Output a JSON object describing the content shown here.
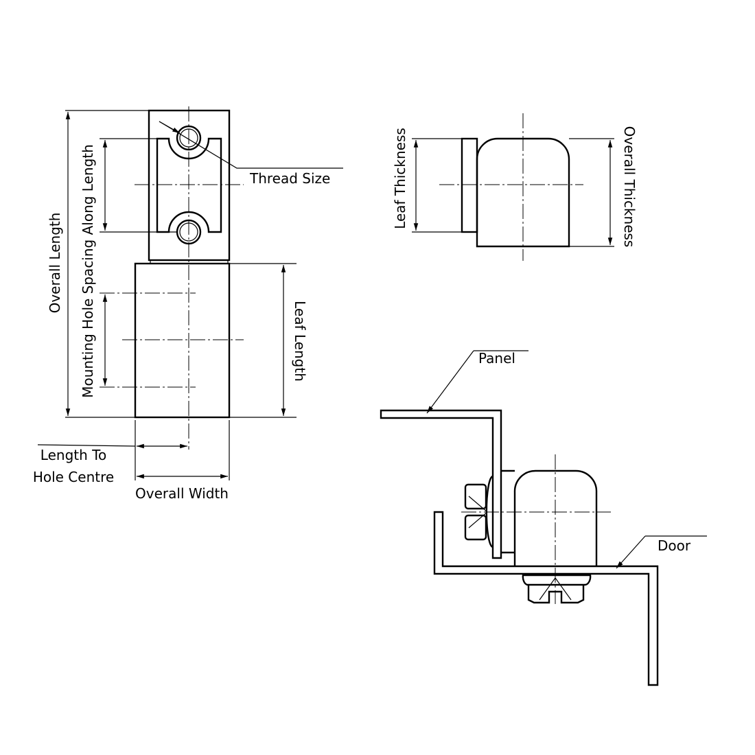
{
  "labels": {
    "overall_length": "Overall Length",
    "mounting_hole_spacing": "Mounting Hole Spacing Along Length",
    "thread_size": "Thread Size",
    "leaf_length": "Leaf Length",
    "length_to_hole_centre_1": "Length To",
    "length_to_hole_centre_2": "Hole Centre",
    "overall_width": "Overall Width",
    "leaf_thickness": "Leaf Thickness",
    "overall_thickness": "Overall Thickness",
    "panel": "Panel",
    "door": "Door"
  }
}
